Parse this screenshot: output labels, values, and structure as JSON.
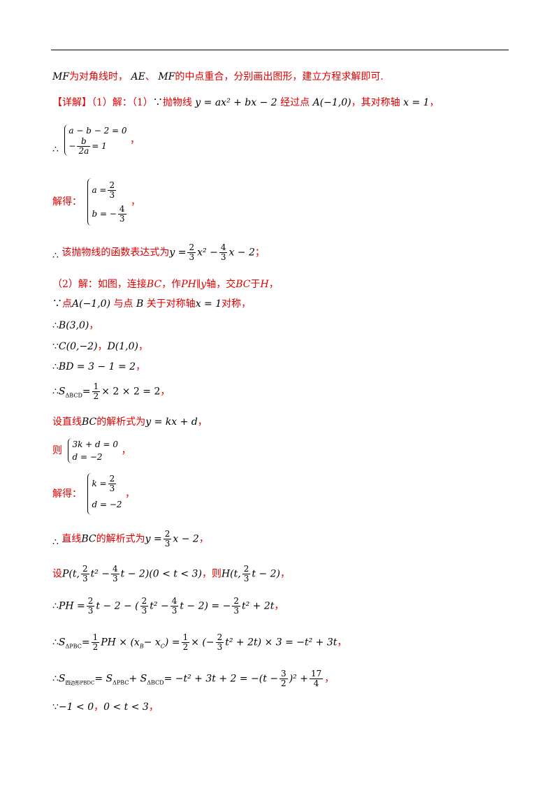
{
  "rule": "",
  "l1": {
    "a": "MF",
    "b": "为对角线时，",
    "c": "AE",
    "d": "、",
    "e": "MF",
    "f": "的中点重合，分别画出图形，建立方程求解即可."
  },
  "l2": {
    "a": "【详解】（1）解：（1）",
    "b": "∵",
    "c": "抛物线",
    "d": "y = ax² + bx − 2",
    "e": "经过点",
    "f": "A(−1,0)",
    "g": "，其对称轴",
    "h": "x = 1",
    "i": "，"
  },
  "l3": {
    "therefore": "∴",
    "e1": "a − b − 2 = 0",
    "e2a": "−",
    "e2n": "b",
    "e2d": "2a",
    "e2b": "= 1",
    "tail": "，"
  },
  "l4": {
    "a": "解得：",
    "e1": "a =",
    "e1n": "2",
    "e1d": "3",
    "e2": "b = −",
    "e2n": "4",
    "e2d": "3",
    "tail": "，"
  },
  "l5": {
    "therefore": "∴",
    "a": "该抛物线的函数表达式为",
    "b": "y =",
    "n1": "2",
    "d1": "3",
    "c": "x² −",
    "n2": "4",
    "d2": "3",
    "e": "x − 2",
    "f": "；"
  },
  "l6": {
    "a": "（2）解：如图，连接",
    "b": "BC",
    "c": "，作",
    "d": "PH∥y",
    "e": "轴，交",
    "f": "BC",
    "g": "于",
    "h": "H",
    "i": "，"
  },
  "l7": {
    "a": "∵",
    "b": "点",
    "c": "A(−1,0)",
    "d": "与点",
    "e": "B",
    "f": "关于对称轴",
    "g": "x = 1",
    "h": "对称，"
  },
  "l8": {
    "a": "∴",
    "b": "B(3,0)",
    "c": "，"
  },
  "l9": {
    "a": "∵",
    "b": "C(0,−2)",
    "c": "，",
    "d": "D(1,0)",
    "e": "，"
  },
  "l10": {
    "a": "∴",
    "b": "BD = 3 − 1 = 2",
    "c": "，"
  },
  "l11": {
    "a": "∴",
    "b": "S",
    "sub": "ΔBCD",
    "c": "=",
    "n": "1",
    "d": "2",
    "e": "× 2 × 2 = 2",
    "f": "，"
  },
  "l12": {
    "a": "设直线",
    "b": "BC",
    "c": "的解析式为",
    "d": "y = kx + d",
    "e": "，"
  },
  "l13": {
    "a": "则",
    "e1": "3k + d = 0",
    "e2": "d = −2",
    "tail": "，"
  },
  "l14": {
    "a": "解得：",
    "e1": "k =",
    "e1n": "2",
    "e1d": "3",
    "e2": "d = −2",
    "tail": "，"
  },
  "l15": {
    "therefore": "∴",
    "a": "直线",
    "b": "BC",
    "c": "的解析式为",
    "d": "y =",
    "n": "2",
    "dd": "3",
    "e": "x − 2",
    "f": "，"
  },
  "l16": {
    "a": "设",
    "b": "P(t,",
    "n1": "2",
    "d1": "3",
    "c": "t² −",
    "n2": "4",
    "d2": "3",
    "e": "t − 2)(0 < t < 3)",
    "f": "，则",
    "g": "H(t,",
    "n3": "2",
    "d3": "3",
    "h": "t − 2)",
    "i": "，"
  },
  "l17": {
    "a": "∴",
    "b": "PH =",
    "n1": "2",
    "d1": "3",
    "c": "t − 2 − (",
    "n2": "2",
    "d2": "3",
    "e": "t² −",
    "n3": "4",
    "d3": "3",
    "f": "t − 2) = −",
    "n4": "2",
    "d4": "3",
    "g": "t² + 2t",
    "h": "，"
  },
  "l18": {
    "a": "∴",
    "b": "S",
    "sub": "ΔPBC",
    "c": "=",
    "n1": "1",
    "d1": "2",
    "e": "PH × (x",
    "sub2": "B",
    "f": "− x",
    "sub3": "C",
    "g": ") =",
    "n2": "1",
    "d2": "2",
    "h": "× (−",
    "n3": "2",
    "d3": "3",
    "i": "t² + 2t) × 3 = −t² + 3t",
    "j": "，"
  },
  "l19": {
    "a": "∴",
    "b": "S",
    "sub": "四边形PBDC",
    "c": "= S",
    "sub2": "ΔPBC",
    "e": "+ S",
    "sub3": "ΔBCD",
    "f": "= −t² + 3t + 2 = −(t −",
    "n1": "3",
    "d1": "2",
    "g": ")² +",
    "n2": "17",
    "d2": "4",
    "h": "，"
  },
  "l20": {
    "a": "∵",
    "b": "−1 < 0",
    "c": "，",
    "d": "0 < t < 3",
    "e": "，"
  }
}
